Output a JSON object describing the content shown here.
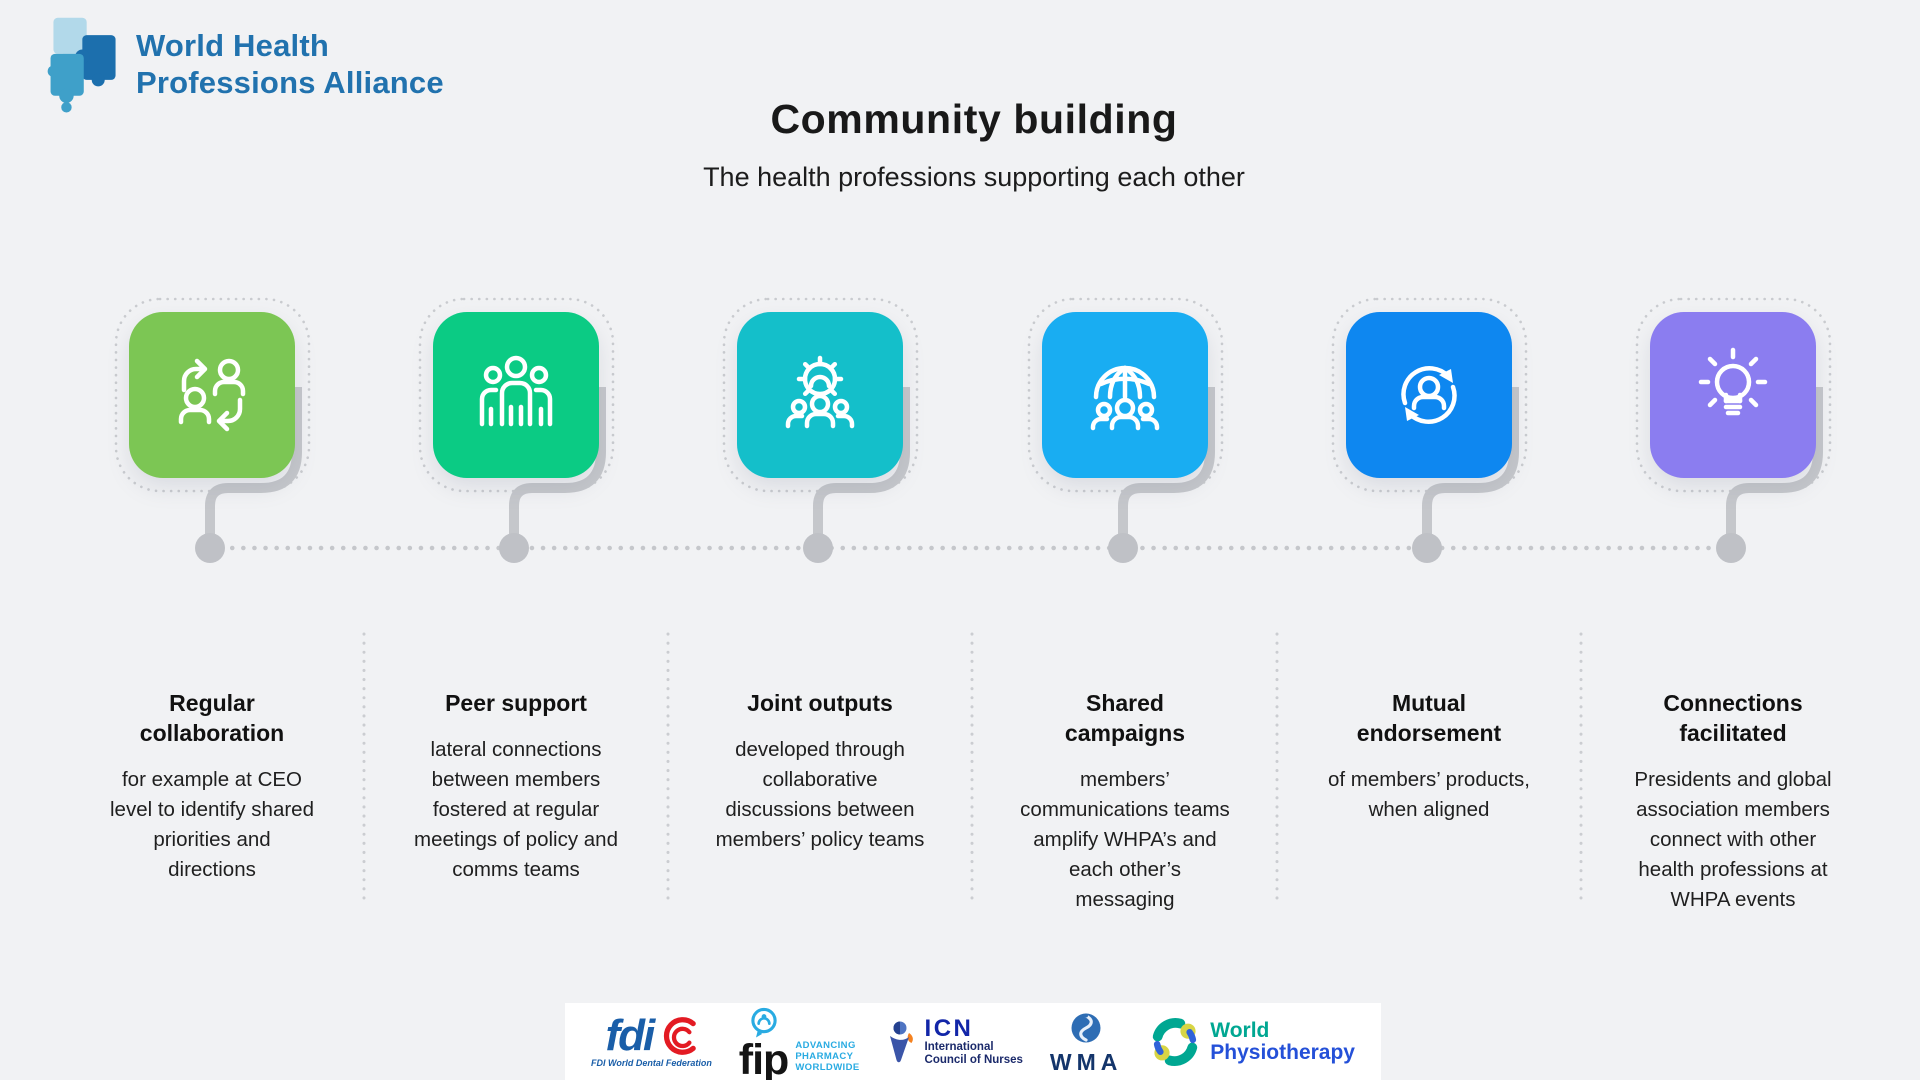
{
  "page": {
    "title": "Community building",
    "subtitle": "The health professions supporting each other",
    "background": "#f1f2f4"
  },
  "logo": {
    "line1": "World Health",
    "line2": "Professions Alliance",
    "text_color": "#2172ae"
  },
  "tiles": [
    {
      "icon": "people-exchange-icon",
      "color": "#7cc654",
      "title": "Regular collaboration",
      "body": "for example at CEO level to identify shared priorities and directions"
    },
    {
      "icon": "people-group-icon",
      "color": "#0bcb84",
      "title": "Peer support",
      "body": "lateral connections between members fostered at regular meetings of policy and comms teams"
    },
    {
      "icon": "gear-people-icon",
      "color": "#14bfca",
      "title": "Joint outputs",
      "body": "developed through collaborative discussions between members’ policy teams"
    },
    {
      "icon": "globe-people-icon",
      "color": "#19adf2",
      "title": "Shared campaigns",
      "body": "members’ communications teams amplify WHPA’s and each other’s messaging"
    },
    {
      "icon": "person-refresh-icon",
      "color": "#0e87f0",
      "title": "Mutual endorsement",
      "body": "of members’ products, when aligned"
    },
    {
      "icon": "lightbulb-icon",
      "color": "#8b7df0",
      "title": "Connections facilitated",
      "body": "Presidents and global association members connect with other health professions at WHPA events"
    }
  ],
  "footer": {
    "fdi": {
      "name": "fdi",
      "tagline": "FDI World Dental Federation"
    },
    "fip": {
      "name": "fip",
      "tagline_lines": [
        "ADVANCING",
        "PHARMACY",
        "WORLDWIDE"
      ]
    },
    "icn": {
      "name": "ICN",
      "tagline_line1": "International",
      "tagline_line2": "Council of Nurses"
    },
    "wma": {
      "name": "WMA"
    },
    "world_physiotherapy": {
      "line1": "World",
      "line2": "Physiotherapy"
    }
  }
}
